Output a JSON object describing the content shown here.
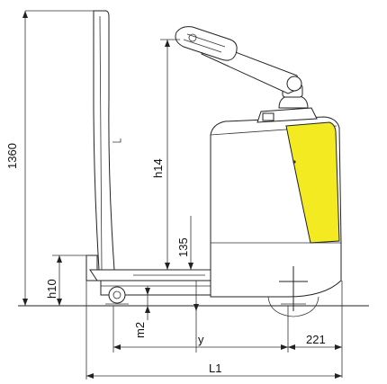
{
  "diagram": {
    "labels": {
      "overall_height": "1360",
      "tiller_height": "h14",
      "fork_lift_height": "135",
      "fork_lowered_height": "h10",
      "ground_clearance": "m2",
      "fork_section": "y",
      "rear_overhang": "221",
      "overall_length": "L1"
    },
    "colors": {
      "accent_panel": "#f3ea21",
      "line": "#222222"
    }
  }
}
